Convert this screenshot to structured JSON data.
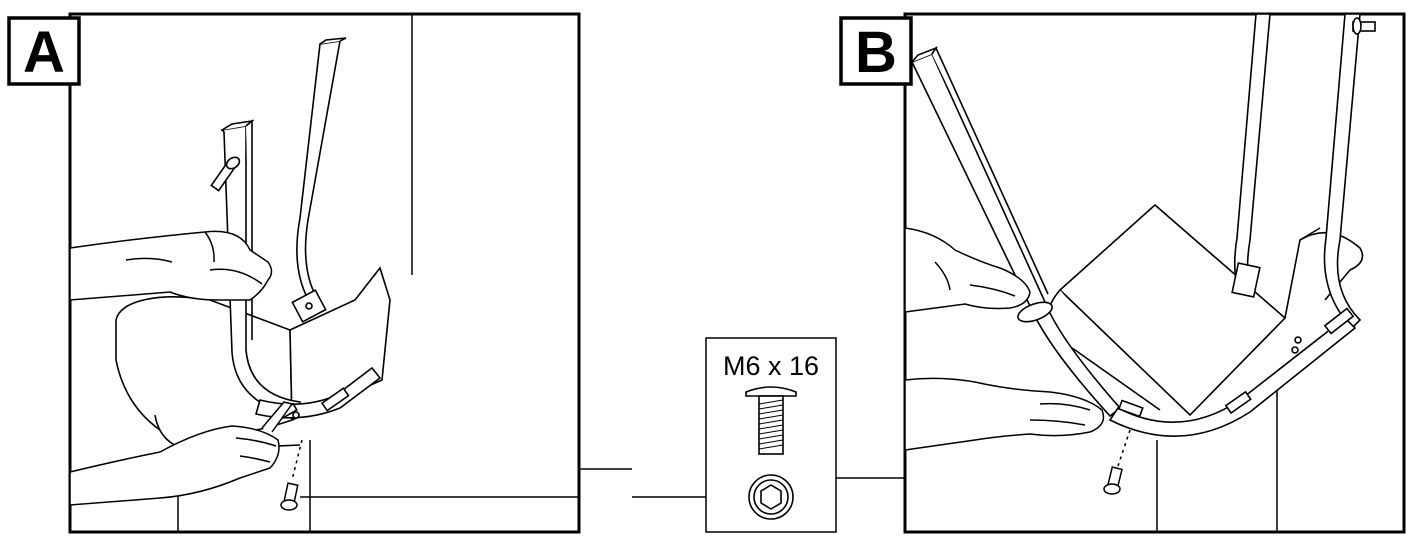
{
  "panels": [
    {
      "label": "A"
    },
    {
      "label": "B"
    }
  ],
  "hardware": {
    "spec": "M6 x 16",
    "screw_icon": "flange-bolt-icon",
    "head_icon": "hex-socket-icon"
  },
  "colors": {
    "ink": "#000000",
    "paper": "#ffffff",
    "skin": "#ffffff"
  }
}
